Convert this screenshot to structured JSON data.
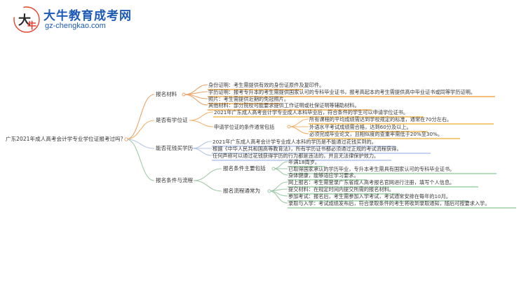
{
  "brand": {
    "title": "大牛教育成考网",
    "url": "gz-chengkao.com",
    "logo_icon": "bull-logo-icon",
    "colors": {
      "brand": "#1e5bb8",
      "accent": "#e8412f"
    }
  },
  "mindmap": {
    "root": "广东2021年成人高考会计学专业学位证报考过吗？",
    "branches": [
      {
        "label": "报名材料",
        "items": [
          "身份证明：考生需提供有效的身份证原件及复印件。",
          "学历证明：报考专升本的考生需提供国家认可的专科毕业证书，报考高起本的考生需提供高中毕业证书或同等学历证明。",
          "照片：考生需提供近期的免冠照片。",
          "其他材料：部分院校可能要求提供工作证明或社保证明等辅助材料。"
        ]
      },
      {
        "label": "是否有学位证",
        "items": [
          "2021年广东成人高考会计学专业成人本科毕业后，符合条件的学生可以申请学位证书。",
          "申请学位证的条件通常包括"
        ],
        "sub_items": [
          "所有课程的平均成绩需达到学校规定的标准，通常在70分左右。",
          "外语水平考试成绩需合格，达到60分及以上。",
          "必须完成毕业论文，且相似度的查重率需低于20%至30%。"
        ]
      },
      {
        "label": "能否花钱买学历",
        "items": [
          "2021年广东成人高考会计学专业成人本科的学历是不能通过花钱买到的。",
          "根据《中华人民共和国高等教育法》，所有学历证书都必须通过正规的考试流程获得。",
          "任何声称可以通过花钱获得学历的行为都是违法的，并且无法律保护效力。"
        ]
      },
      {
        "label": "报名条件与流程",
        "groups": [
          {
            "label": "报名条件主要包括",
            "items": [
              "年满18周岁。",
              "已取得国家承认的学历毕业，专升本考生需具有国家认可的专科毕业证书。",
              "身体健康，能够适应学习要求。"
            ]
          },
          {
            "label": "报名流程通常为",
            "items": [
              "网上报名：考生需登录广东省成人高考报名官网进行注册，填写个人信息。",
              "提交材料：在规定时间内提交所需的报名材料。",
              "参加考试：报名后，考生需参加入学考试，考试通常安排在每年的10月。",
              "录取与入学：考试成绩发布后，符合录取条件的考生将收到录取通知，随后可按要求入学。"
            ]
          }
        ]
      }
    ]
  }
}
